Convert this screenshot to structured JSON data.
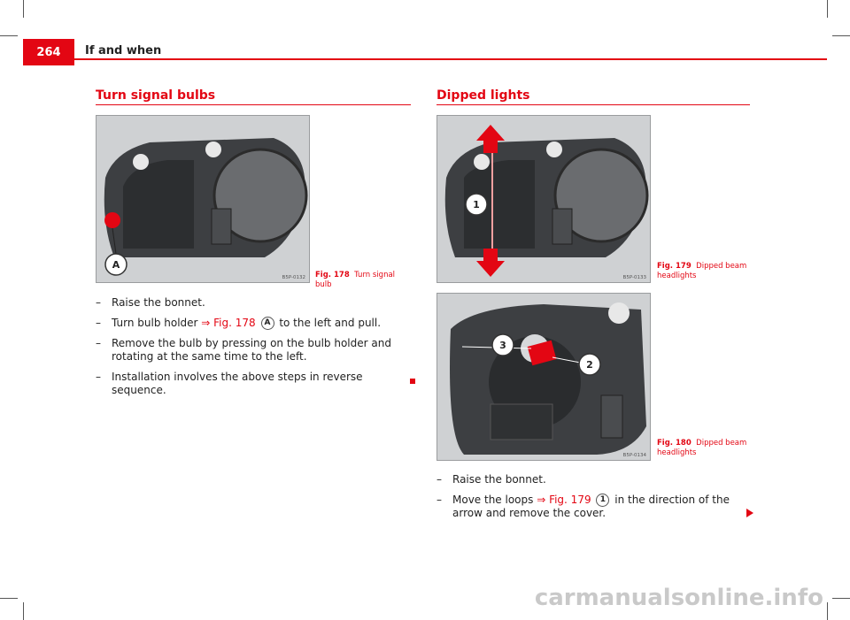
{
  "header": {
    "page_number": "264",
    "title": "If and when"
  },
  "left": {
    "section_title": "Turn signal bulbs",
    "figure": {
      "number": "Fig. 178",
      "caption": "Turn signal bulb",
      "code": "B5P-0132",
      "callout": "A"
    },
    "steps": [
      {
        "dash": "–",
        "text": "Raise the bonnet."
      },
      {
        "dash": "–",
        "pre": "Turn bulb holder ",
        "link": "⇒ Fig. 178",
        "callout": "A",
        "post": " to the left and pull."
      },
      {
        "dash": "–",
        "text": "Remove the bulb by pressing on the bulb holder and rotating at the same time to the left."
      },
      {
        "dash": "–",
        "text": "Installation involves the above steps in reverse sequence."
      }
    ]
  },
  "right": {
    "section_title": "Dipped lights",
    "figure1": {
      "number": "Fig. 179",
      "caption": "Dipped beam headlights",
      "code": "B5P-0133",
      "callout": "1"
    },
    "figure2": {
      "number": "Fig. 180",
      "caption": "Dipped beam headlights",
      "code": "B5P-0134",
      "callouts": [
        "3",
        "2"
      ]
    },
    "steps": [
      {
        "dash": "–",
        "text": "Raise the bonnet."
      },
      {
        "dash": "–",
        "pre": "Move the loops ",
        "link": "⇒ Fig. 179",
        "callout": "1",
        "post": " in the direction of the arrow and remove the cover."
      }
    ]
  },
  "watermark": "carmanualsonline.info",
  "colors": {
    "accent": "#e30613"
  }
}
